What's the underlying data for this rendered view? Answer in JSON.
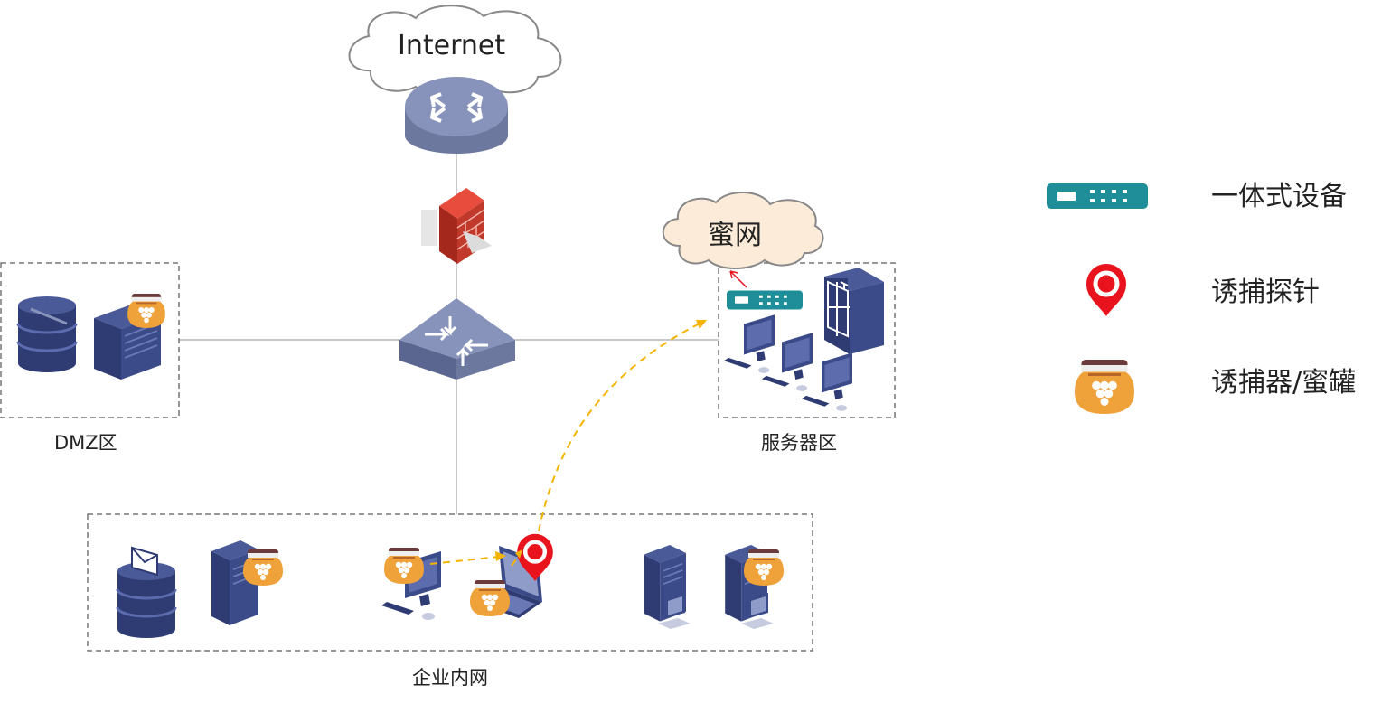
{
  "clouds": {
    "internet": "Internet",
    "honeynet": "蜜网"
  },
  "zones": {
    "dmz": "DMZ区",
    "server": "服务器区",
    "intranet": "企业内网"
  },
  "legend": [
    {
      "icon": "appliance-icon",
      "label": "一体式设备"
    },
    {
      "icon": "probe-pin-icon",
      "label": "诱捕探针"
    },
    {
      "icon": "honeypot-icon",
      "label": "诱捕器/蜜罐"
    }
  ],
  "colors": {
    "device": "#7b86ad",
    "device_dark": "#2f3b73",
    "firewall": "#c0392b",
    "appliance": "#1f8e99",
    "probe": "#e8131d",
    "honeypot": "#f0a23a",
    "attack_path": "#f3b400",
    "zone_border": "#777777",
    "link": "#c8c8c8"
  }
}
